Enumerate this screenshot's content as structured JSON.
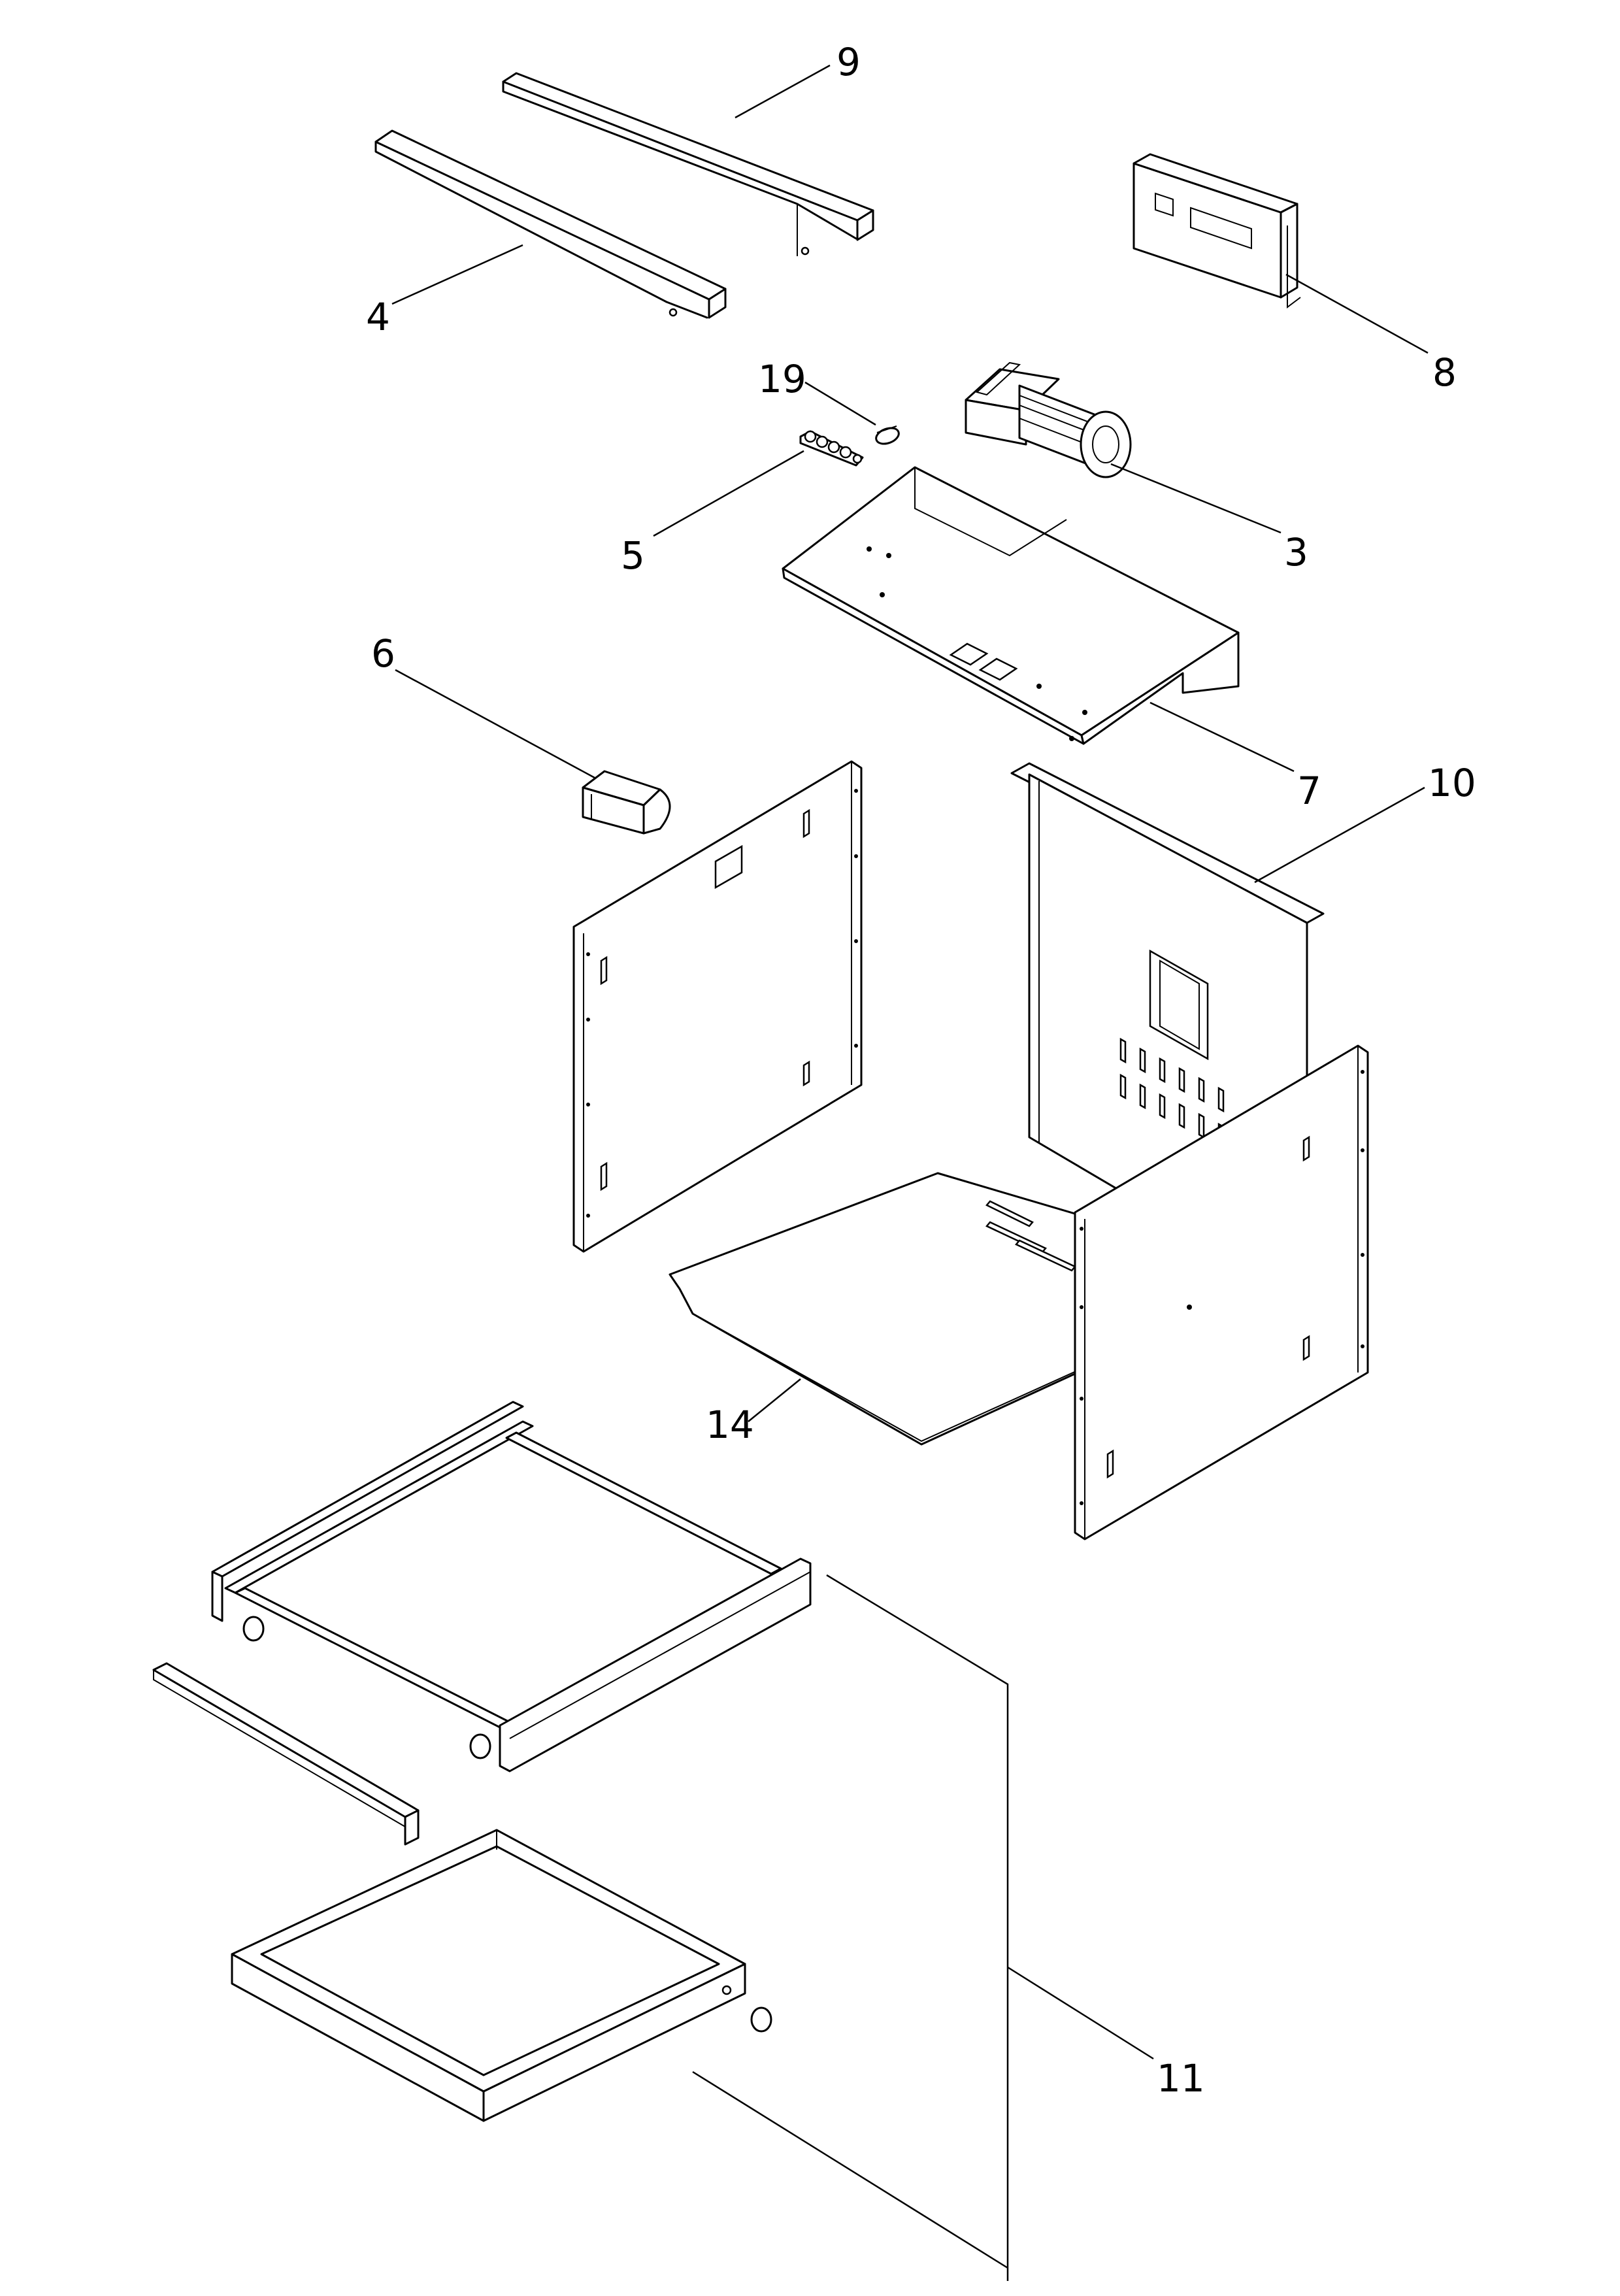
{
  "diagram": {
    "callouts": [
      {
        "id": "9",
        "label": "9"
      },
      {
        "id": "4",
        "label": "4"
      },
      {
        "id": "8",
        "label": "8"
      },
      {
        "id": "19",
        "label": "19"
      },
      {
        "id": "5",
        "label": "5"
      },
      {
        "id": "3",
        "label": "3"
      },
      {
        "id": "6",
        "label": "6"
      },
      {
        "id": "7",
        "label": "7"
      },
      {
        "id": "10",
        "label": "10"
      },
      {
        "id": "14",
        "label": "14"
      },
      {
        "id": "11",
        "label": "11"
      }
    ]
  }
}
